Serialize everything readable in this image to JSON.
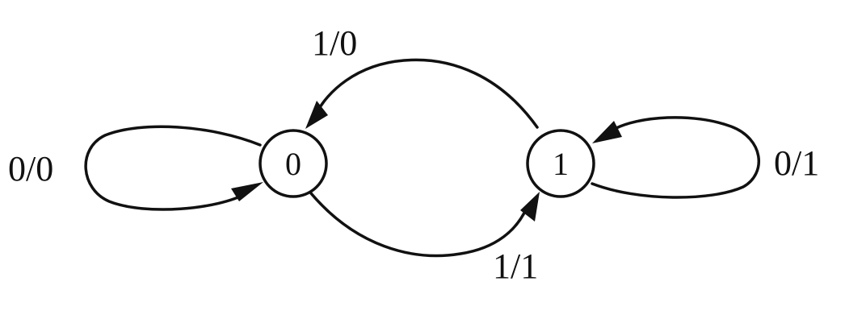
{
  "colors": {
    "ink": "#111111",
    "background": "#ffffff"
  },
  "states": [
    {
      "id": "s0",
      "label": "0"
    },
    {
      "id": "s1",
      "label": "1"
    }
  ],
  "transitions": [
    {
      "id": "t00",
      "from": "0",
      "to": "0",
      "label": "0/0"
    },
    {
      "id": "t10",
      "from": "1",
      "to": "0",
      "label": "1/0"
    },
    {
      "id": "t01",
      "from": "0",
      "to": "1",
      "label": "1/1"
    },
    {
      "id": "t11",
      "from": "1",
      "to": "1",
      "label": "0/1"
    }
  ]
}
